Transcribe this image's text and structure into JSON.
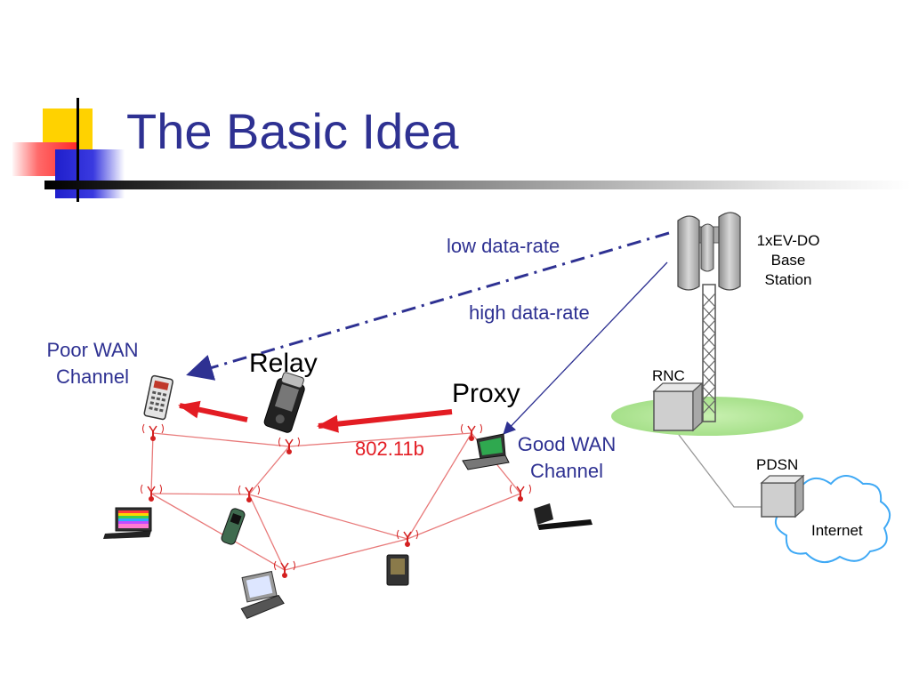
{
  "title": "The Basic Idea",
  "diagram": {
    "labels": {
      "low_rate": "low data-rate",
      "high_rate": "high data-rate",
      "poor_wan_1": "Poor WAN",
      "poor_wan_2": "Channel",
      "relay": "Relay",
      "proxy": "Proxy",
      "wifi": "802.11b",
      "good_wan_1": "Good WAN",
      "good_wan_2": "Channel",
      "base_1": "1xEV-DO",
      "base_2": "Base",
      "base_3": "Station",
      "rnc": "RNC",
      "pdsn": "PDSN",
      "internet": "Internet"
    },
    "icons": {
      "base_station": "cell-tower-icon",
      "rnc": "server-icon",
      "pdsn": "server-icon",
      "internet": "cloud-icon",
      "poor_device": "cellphone-icon",
      "relay_device": "pda-icon",
      "proxy_device": "laptop-icon",
      "antenna": "antenna-icon"
    },
    "colors": {
      "accent_blue": "#2e3192",
      "link_red": "#e31c23"
    }
  }
}
